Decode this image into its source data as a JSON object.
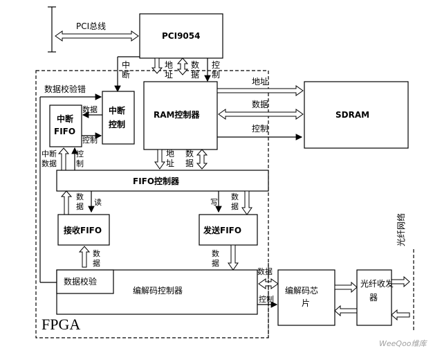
{
  "labels": {
    "pci_bus": "PCI总线",
    "pci9054": "PCI9054",
    "interrupt_v": "中断",
    "ram_ctrl": "RAM控制器",
    "sdram": "SDRAM",
    "data_check_err": "数据校验错",
    "int_fifo": "中断FIFO",
    "int_ctrl": "中断控制",
    "data_small": "数据",
    "ctrl_small": "控制",
    "int_data": "中断数据",
    "addr_v": "地址",
    "data_v": "数据",
    "ctrl_v": "控制",
    "addr_h": "地址",
    "data_h": "数据",
    "ctrl_h": "控制",
    "fifo_ctrl": "FIFO控制器",
    "read": "读",
    "write": "写",
    "rx_fifo": "接收FIFO",
    "tx_fifo": "发送FIFO",
    "data_check": "数据校验",
    "codec_ctrl": "编解码控制器",
    "codec_chip": "编解码芯片",
    "transceiver": "光纤收发器",
    "fiber_net": "光纤网络",
    "fpga": "FPGA",
    "watermark": "WeeQoo维库"
  }
}
